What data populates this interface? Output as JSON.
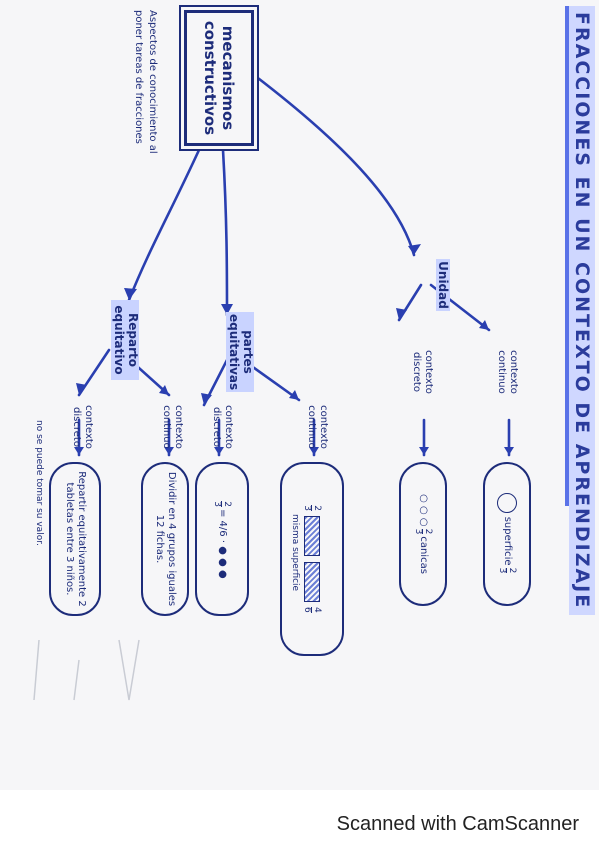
{
  "title": "FRACCIONES EN UN CONTEXTO DE APRENDIZAJE",
  "main": {
    "line1": "mecanismos",
    "line2": "constructivos",
    "note": "Aspectos de conocimiento al poner tareas de fracciones"
  },
  "branches": [
    {
      "label_1": "Unidad",
      "label_2": "",
      "contexts": [
        {
          "label": "contexto continuo",
          "example_pre": "superficie",
          "frac_num": "2",
          "frac_den": "3",
          "example_post": ""
        },
        {
          "label": "contexto discreto",
          "example_pre": "○ ○ ○",
          "frac_num": "2",
          "frac_den": "3",
          "example_post": "canicas"
        }
      ]
    },
    {
      "label_1": "partes",
      "label_2": "equitativas",
      "contexts": [
        {
          "label": "contexto continuo",
          "example_pre": "",
          "frac_num": "2",
          "frac_den": "3",
          "example_post": "misma superficie",
          "frac2_num": "4",
          "frac2_den": "6"
        },
        {
          "label": "contexto discreto",
          "example_pre": "",
          "frac_num": "2",
          "frac_den": "3",
          "example_post": "= 4/6 · ● ● ●"
        }
      ]
    },
    {
      "label_1": "Reparto",
      "label_2": "equitativo",
      "contexts": [
        {
          "label": "contexto continuo",
          "example_pre": "Dividir en 4 grupos iguales 12 fichas.",
          "frac_num": "",
          "frac_den": "",
          "example_post": ""
        },
        {
          "label": "contexto discreto",
          "example_pre": "Repartir equitativamente 2 tabletas entre 3 niños.",
          "frac_num": "",
          "frac_den": "",
          "example_post": ""
        }
      ]
    }
  ],
  "side_note": "no se puede tomar su valor.",
  "footer": "Scanned with CamScanner"
}
